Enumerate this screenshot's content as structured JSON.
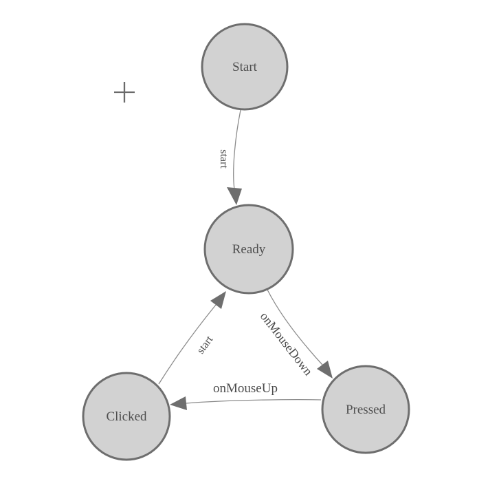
{
  "colors": {
    "background": "#ffffff",
    "node_fill": "#d2d2d2",
    "node_stroke": "#6e6e6e",
    "edge_line": "#8c8c8c",
    "arrowhead": "#6e6e6e",
    "node_label": "#4f4f4f",
    "edge_label": "#4a4a4a",
    "crosshair": "#6a6a6a"
  },
  "diagram": {
    "type": "state-machine",
    "nodes": [
      {
        "id": "start",
        "label": "Start"
      },
      {
        "id": "ready",
        "label": "Ready"
      },
      {
        "id": "clicked",
        "label": "Clicked"
      },
      {
        "id": "pressed",
        "label": "Pressed"
      }
    ],
    "edges": [
      {
        "id": "start-to-ready",
        "from": "Start",
        "to": "Ready",
        "label": "start"
      },
      {
        "id": "ready-to-pressed",
        "from": "Ready",
        "to": "Pressed",
        "label": "onMouseDown"
      },
      {
        "id": "pressed-to-clicked",
        "from": "Pressed",
        "to": "Clicked",
        "label": "onMouseUp"
      },
      {
        "id": "clicked-to-ready",
        "from": "Clicked",
        "to": "Ready",
        "label": "start"
      }
    ]
  },
  "icons": {
    "crosshair": "+"
  }
}
